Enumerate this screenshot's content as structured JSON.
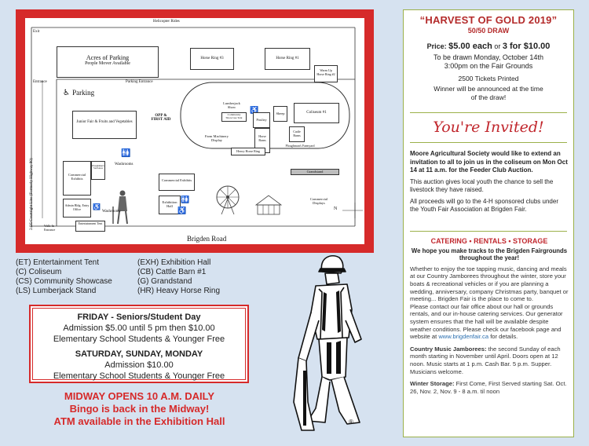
{
  "map": {
    "helicopter": "Helicopter Rides",
    "exit": "Exit",
    "acres_title": "Acres of Parking",
    "acres_sub": "People Mover Available",
    "horse_ring_3": "Horse Ring #3",
    "horse_ring_1": "Horse Ring #1",
    "warm_up": "Warm Up",
    "horse_ring_2": "Horse Ring #2",
    "entrance": "Entrance",
    "parking_entrance": "Parking Entrance",
    "parking": "Parking",
    "lumberjack_show": "Lumberjack Show",
    "community_showcase": "Community Showcase Tent",
    "poultry": "Poultry",
    "sheep": "Sheep",
    "coliseum": "Coliseum #1",
    "junior_fair": "Junior Fair & Fruits and Vegetables",
    "opp": "OPP & FIRST AID",
    "farm_machinery": "Farm Machinery Display",
    "horse_barn": "Horse Barns",
    "cattle_barns": "Cattle Barns",
    "ploughmans": "Ploughman's Farmyard",
    "heavy_horse": "Heavy Horse Ring",
    "highway": "2435 Courtright Line (Formerly Highway 80)",
    "washrooms_top": "Washrooms",
    "grandstand": "Grandstand",
    "commercial_exhibits_left": "Commercial Exhibits",
    "ploughmans_stall": "Ploughman's Stall Area",
    "commercial_exhibits_mid": "Commercial Exhibits",
    "exhibition_hall": "Exhibition Hall",
    "commercial_displays": "Commercial Displays",
    "admin": "Admin Bldg. Entry Office",
    "washrooms_bottom": "Washrooms",
    "walk_in": "Walk-In Entrance",
    "entertainment_tent": "Entertainment Tent",
    "north": "N",
    "road": "Brigden Road"
  },
  "legend": {
    "col1": [
      "(ET) Entertainment Tent",
      "(C) Coliseum",
      "(CS) Community Showcase",
      "(LS) Lumberjack Stand"
    ],
    "col2": [
      "(EXH) Exhibition Hall",
      "(CB) Cattle Barn #1",
      "(G) Grandstand",
      "(HR) Heavy Horse Ring"
    ]
  },
  "admission": {
    "friday_heading": "FRIDAY - Seniors/Student Day",
    "friday_line1": "Admission $5.00 until 5 pm then $10.00",
    "friday_line2": "Elementary School Students & Younger Free",
    "weekend_heading": "SATURDAY, SUNDAY, MONDAY",
    "weekend_line1": "Admission $10.00",
    "weekend_line2": "Elementary School Students & Younger Free"
  },
  "midway": [
    "MIDWAY OPENS 10 A.M. DAILY",
    "Bingo is back in the Midway!",
    "ATM available in the Exhibition Hall"
  ],
  "harvest": {
    "title": "“HARVEST OF GOLD 2019”",
    "subtitle": "50/50 DRAW",
    "price_label": "Price:",
    "price_value": "$5.00 each",
    "price_or": "or",
    "price_value2": "3 for $10.00",
    "draw_line1": "To be drawn Monday, October 14th",
    "draw_line2": "3:00pm on the Fair Grounds",
    "tickets": "2500 Tickets Printed",
    "winner_line1": "Winner will be announced at the time",
    "winner_line2": "of the draw!"
  },
  "invite": {
    "title": "You're Invited!",
    "p1": "Moore Agricultural Society would like to extend an invitation to all to join us in the coliseum on Mon Oct 14 at 11 a.m. for the Feeder Club Auction.",
    "p2": "This auction gives local youth the chance to sell the livestock they have raised.",
    "p3": "All proceeds will go to the 4-H sponsored clubs under the Youth Fair Association at Brigden Fair."
  },
  "catering": {
    "heading": "CATERING • RENTALS • STORAGE",
    "sub": "We hope you make tracks to the Brigden Fairgrounds throughout the year!",
    "p1": "Whether to enjoy the toe tapping music, dancing and meals at our Country Jamborees throughout the winter, store your boats & recreational vehicles or if you are planning a wedding, anniversary, company Christmas party, banquet or meeting... Brigden Fair is the place to come to.",
    "p2": "Please contact our fair office about our hall or grounds rentals, and our in-house catering services. Our generator system ensures that the hall will be available despite weather conditions. Please check our facebook page and website at",
    "website": "www.brigdenfair.ca",
    "p2_end": "for details.",
    "jamboree_label": "Country Music Jamborees:",
    "jamboree_text": "the second Sunday of each month starting in November until April. Doors open at 12 noon. Music starts at 1 p.m. Cash Bar. 5 p.m. Supper. Musicians welcome.",
    "storage_label": "Winter Storage:",
    "storage_text": "First Come, First Served starting Sat. Oct. 26, Nov. 2, Nov. 9 - 8 a.m. til noon"
  },
  "colors": {
    "red": "#d62a2a",
    "green_border": "#9bb14a",
    "background": "#d6e2f0"
  }
}
